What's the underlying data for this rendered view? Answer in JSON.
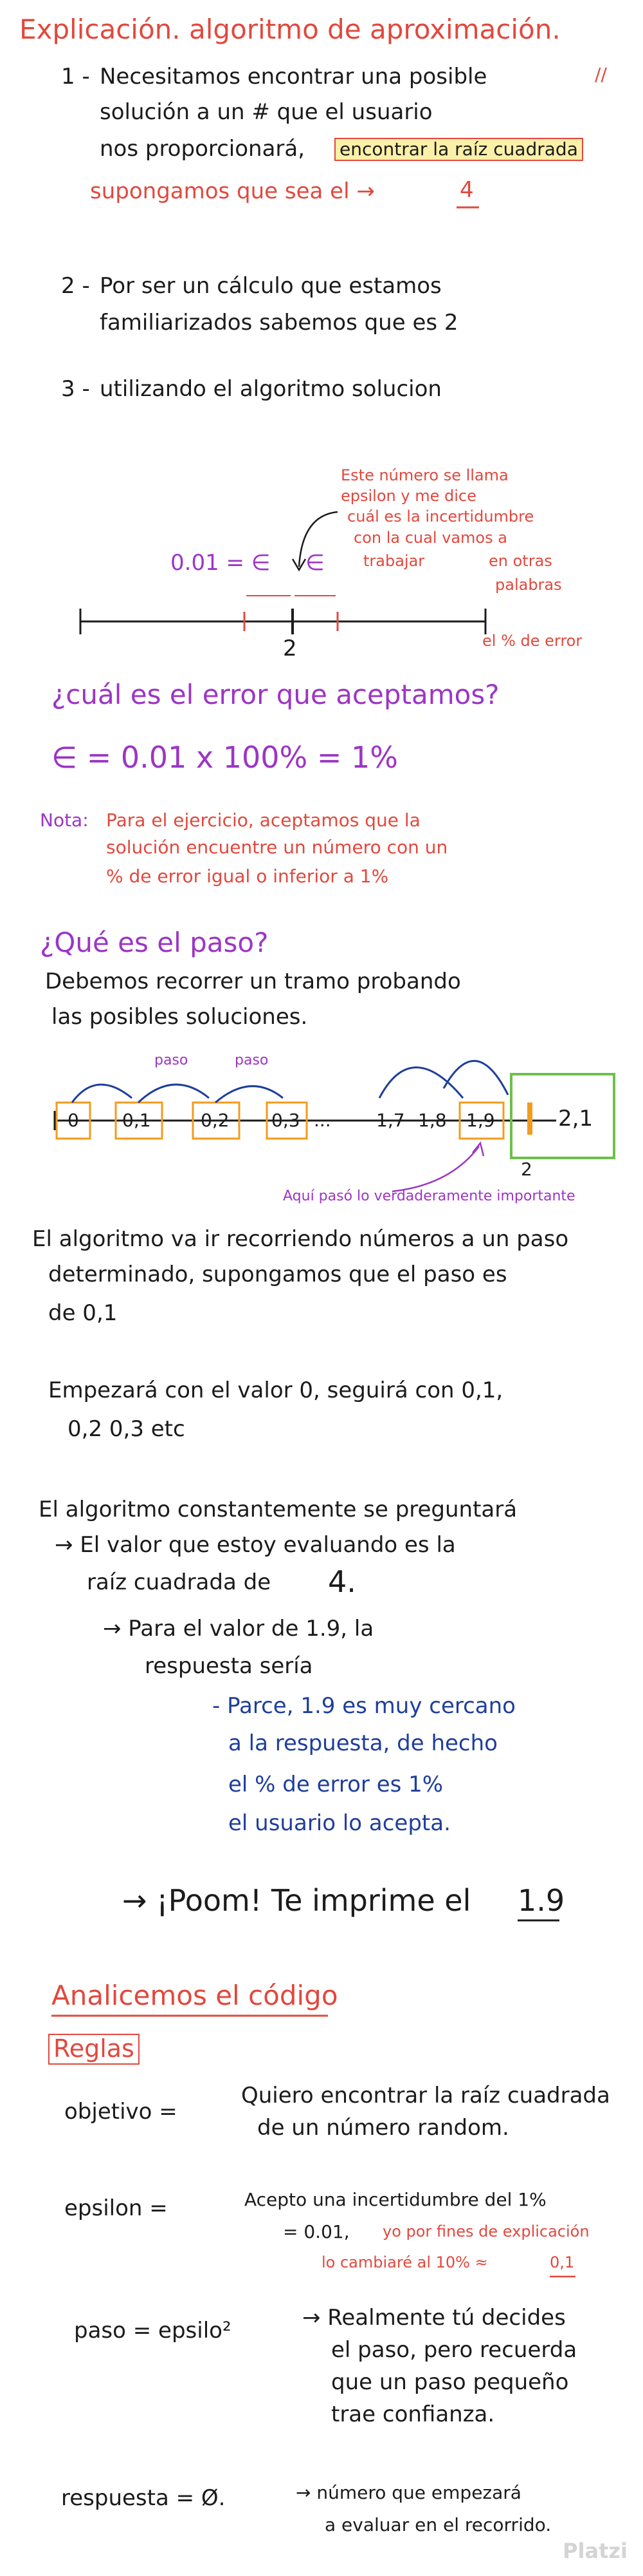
{
  "title": "Explicación. algoritmo de aproximación.",
  "s1": {
    "num": "1 -",
    "l1": "Necesitamos encontrar una posible",
    "l2": "solución a un # que el usuario",
    "l3": "nos proporcionará,",
    "boxed": "encontrar la raíz cuadrada",
    "red": "supongamos que sea el →",
    "red_num": "4"
  },
  "s2": {
    "num": "2 -",
    "l1": "Por ser un cálculo que estamos",
    "l2": "familiarizados sabemos que es 2"
  },
  "s3": {
    "num": "3 -",
    "l1": "utilizando el algoritmo solucion"
  },
  "epsilon_note": [
    "Este número se llama",
    "epsilon y me dice",
    "cuál es la incertidumbre",
    "con la cual vamos a",
    "trabajar",
    "en otras",
    "palabras",
    "el % de error"
  ],
  "nl1": {
    "label_purple": "0.01 = ∈",
    "eps2": "∈",
    "two": "2"
  },
  "q_error": "¿cuál es el error que aceptamos?",
  "formula": "∈ = 0.01 x 100% = 1%",
  "nota": {
    "head": "Nota:",
    "l1": "Para el ejercicio, aceptamos que la",
    "l2": "solución encuentre un número con un",
    "l3": "% de error igual o inferior a 1%"
  },
  "q_paso": "¿Qué es el paso?",
  "paso_intro": {
    "l1": "Debemos recorrer un tramo probando",
    "l2": "las posibles soluciones."
  },
  "nl2": {
    "labels": [
      "0",
      "0,1",
      "0,2",
      "0,3",
      "...",
      "1,7",
      "1,8",
      "1,9",
      "2,1"
    ],
    "paso": "paso",
    "two": "2",
    "aqui": "Aquí pasó lo verdaderamente importante"
  },
  "alg": {
    "l1": "El algoritmo va ir recorriendo números a un paso",
    "l2": "determinado, supongamos que el paso es",
    "l3": "de 0,1"
  },
  "emp": {
    "l1": "Empezará con el valor 0, seguirá con 0,1,",
    "l2": "0,2 0,3 etc"
  },
  "preg": {
    "l1": "El algoritmo constantemente se preguntará",
    "l2": "→ El valor que estoy evaluando es la",
    "l3": "raíz cuadrada de",
    "l3b": "4."
  },
  "para": {
    "l1": "→ Para el valor de 1.9, la",
    "l2": "respuesta sería"
  },
  "blue": [
    "- Parce, 1.9 es muy cercano",
    "a la respuesta, de hecho",
    "el % de error es 1%",
    "el usuario lo acepta."
  ],
  "poom": {
    "pre": "→ ¡Poom! Te imprime el",
    "val": "1.9"
  },
  "analicemos": "Analicemos el código",
  "reglas": "Reglas",
  "objetivo": {
    "key": "objetivo =",
    "l1": "Quiero encontrar la raíz cuadrada",
    "l2": "de un número random."
  },
  "epsilon": {
    "key": "epsilon =",
    "l1": "Acepto una incertidumbre del 1%",
    "l2": "= 0.01,",
    "l2red": "yo por fines de explicación",
    "l3red": "lo cambiaré al 10% ≈",
    "l3val": "0,1"
  },
  "paso": {
    "key": "paso = epsilo²",
    "l1": "→ Realmente tú decides",
    "l2": "el paso, pero recuerda",
    "l3": "que un paso pequeño",
    "l4": "trae confianza."
  },
  "respuesta": {
    "key": "respuesta = Ø.",
    "l1": "→ número que empezará",
    "l2": "a evaluar en el recorrido."
  },
  "brand": "Platzi",
  "colors": {
    "red": "#e2483d",
    "purple": "#9c35c5",
    "blue": "#1f3e9c",
    "orange": "#f39b1e",
    "green": "#6cc04a"
  }
}
